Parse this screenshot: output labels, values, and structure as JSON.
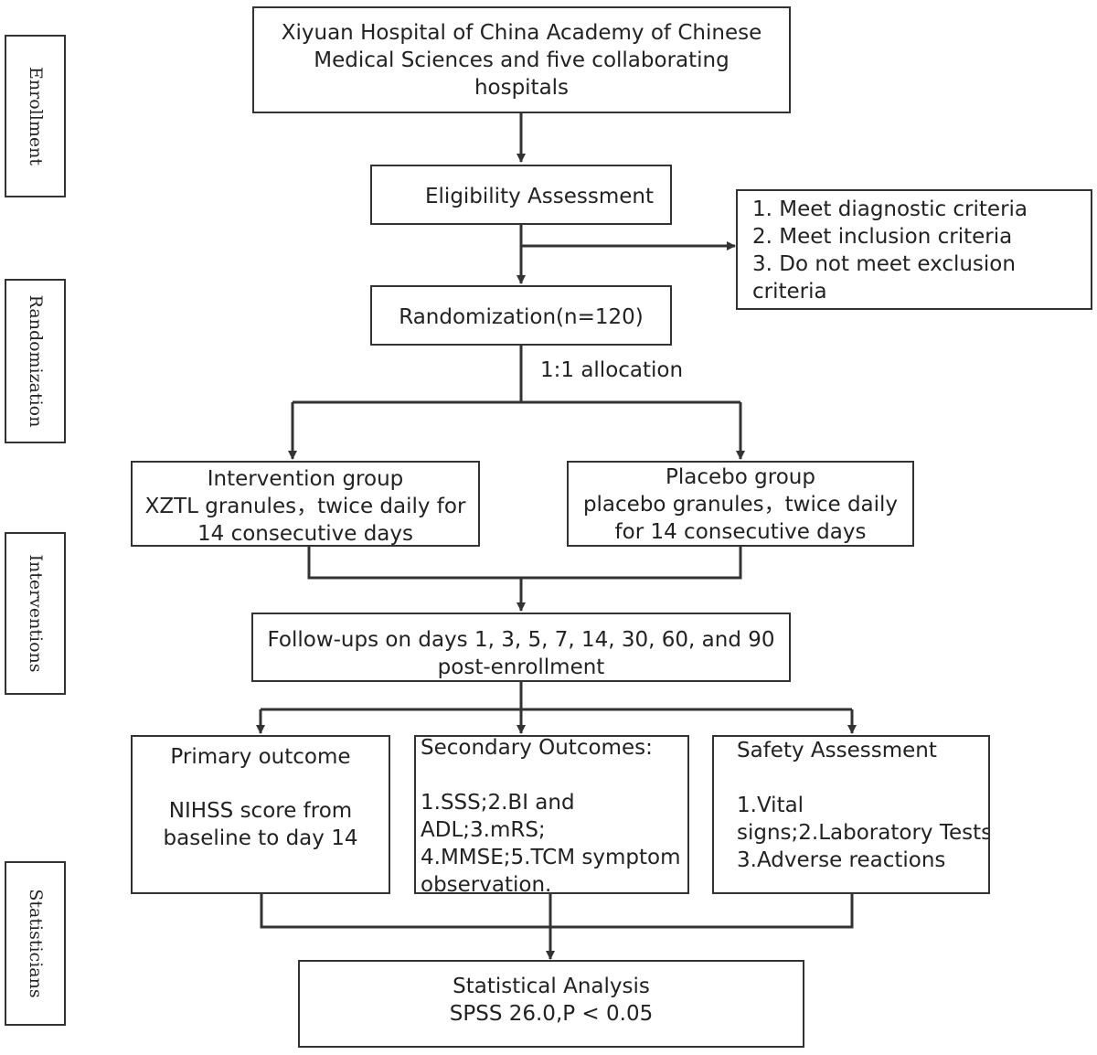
{
  "phases": {
    "enrollment": "Enrollment",
    "randomization": "Randomization",
    "interventions": "Interventions",
    "statisticians": "Statisticians"
  },
  "nodes": {
    "hospital": {
      "line1": "Xiyuan Hospital of China Academy of Chinese",
      "line2": "Medical Sciences and five collaborating",
      "line3": "hospitals"
    },
    "eligibility": "Eligibility Assessment",
    "criteria": {
      "line1": "1. Meet diagnostic criteria",
      "line2": "2. Meet inclusion criteria",
      "line3": "3. Do not meet exclusion",
      "line4": "criteria"
    },
    "randomization": "Randomization(n=120)",
    "allocation": "1:1 allocation",
    "intervention_group": {
      "line1": "Intervention group",
      "line2": "XZTL granules，twice daily for",
      "line3": "14 consecutive days"
    },
    "placebo_group": {
      "line1": "Placebo group",
      "line2": "placebo granules，twice daily",
      "line3": "for 14 consecutive days"
    },
    "followups": {
      "line1": "Follow-ups on days 1, 3, 5, 7, 14, 30, 60, and 90",
      "line2": "post-enrollment"
    },
    "primary": {
      "title": "Primary outcome",
      "line1": "NIHSS score from",
      "line2": "baseline to day 14"
    },
    "secondary": {
      "title": "Secondary Outcomes:",
      "line1": "1.SSS;2.BI and",
      "line2": "ADL;3.mRS;",
      "line3": "4.MMSE;5.TCM symptom",
      "line4": "observation."
    },
    "safety": {
      "title": "Safety Assessment",
      "line1": "1.Vital",
      "line2": "signs;2.Laboratory Tests",
      "line3": "3.Adverse reactions"
    },
    "statistics": {
      "line1": "Statistical Analysis",
      "line2": "SPSS 26.0,P < 0.05"
    }
  },
  "colors": {
    "line": "#333333",
    "text": "#222222",
    "background": "#ffffff"
  }
}
